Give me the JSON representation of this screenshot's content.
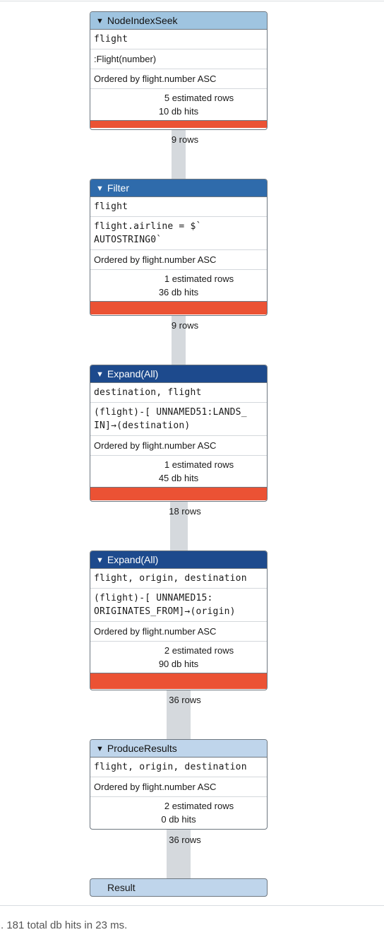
{
  "operators": [
    {
      "name": "NodeIndexSeek",
      "identifiers": "flight",
      "details": ":Flight(number)",
      "order": "Ordered by flight.number ASC",
      "estimated_rows": "5 estimated rows",
      "db_hits": "10 db hits",
      "rows_out": "9 rows"
    },
    {
      "name": "Filter",
      "identifiers": "flight",
      "details": "flight.airline = $`\nAUTOSTRING0`",
      "order": "Ordered by flight.number ASC",
      "estimated_rows": "1 estimated rows",
      "db_hits": "36 db hits",
      "rows_out": "9 rows"
    },
    {
      "name": "Expand(All)",
      "identifiers": "destination, flight",
      "details": "(flight)-[ UNNAMED51:LANDS_\nIN]→(destination)",
      "order": "Ordered by flight.number ASC",
      "estimated_rows": "1 estimated rows",
      "db_hits": "45 db hits",
      "rows_out": "18 rows"
    },
    {
      "name": "Expand(All)",
      "identifiers": "flight, origin, destination",
      "details": "(flight)-[ UNNAMED15:\nORIGINATES_FROM]→(origin)",
      "order": "Ordered by flight.number ASC",
      "estimated_rows": "2 estimated rows",
      "db_hits": "90 db hits",
      "rows_out": "36 rows"
    },
    {
      "name": "ProduceResults",
      "identifiers": "flight, origin, destination",
      "order": "Ordered by flight.number ASC",
      "estimated_rows": "2 estimated rows",
      "db_hits": "0 db hits",
      "rows_out": "36 rows"
    }
  ],
  "result_label": "Result",
  "summary": "). 181 total db hits in 23 ms.",
  "colors": {
    "header_light": "#9fc4e0",
    "header_mid": "#2f6bab",
    "header_dark": "#1d4a8d",
    "header_pale": "#bfd5eb",
    "cost_bar": "#eb5234"
  }
}
